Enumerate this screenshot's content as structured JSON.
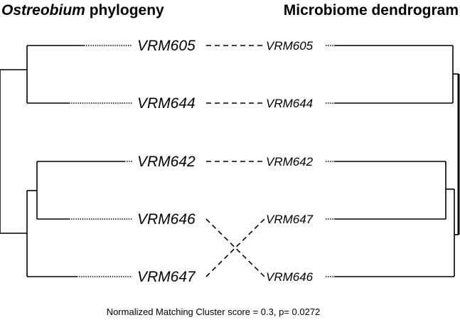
{
  "titles": {
    "left_italic": "Ostreobium",
    "left_rest": " phylogeny",
    "right": "Microbiome dendrogram"
  },
  "left_leaves": [
    "VRM605",
    "VRM644",
    "VRM642",
    "VRM646",
    "VRM647"
  ],
  "right_leaves": [
    "VRM605",
    "VRM644",
    "VRM642",
    "VRM647",
    "VRM646"
  ],
  "caption": "Normalized Matching Cluster score = 0.3, p= 0.0272"
}
